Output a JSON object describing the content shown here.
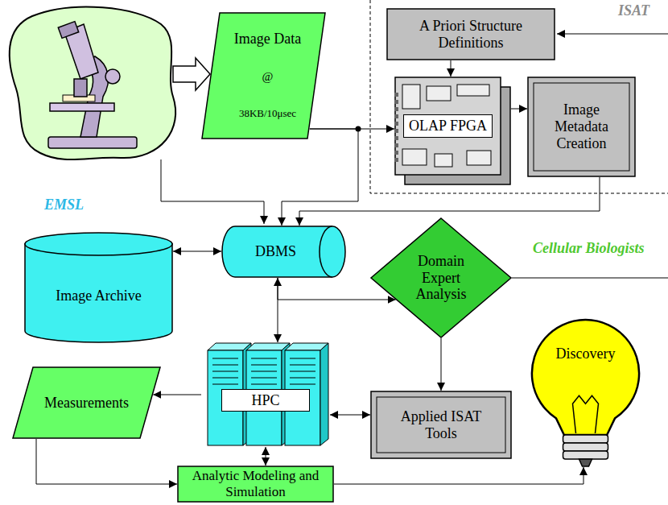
{
  "diagram": {
    "nodes": [
      {
        "text": [
          "Image Data",
          "@",
          "38KB/10μsec"
        ]
      },
      {
        "text": [
          "A Priori Structure Definitions"
        ]
      },
      {
        "text": [
          "OLAP FPGA"
        ]
      },
      {
        "text": [
          "Image Metadata Creation"
        ]
      },
      {
        "text": [
          "Image Archive"
        ]
      },
      {
        "text": [
          "DBMS"
        ]
      },
      {
        "text": [
          "Domain Expert Analysis"
        ]
      },
      {
        "text": [
          "Discovery"
        ]
      },
      {
        "text": [
          "HPC"
        ]
      },
      {
        "text": [
          "Applied ISAT Tools"
        ]
      },
      {
        "text": [
          "Measurements"
        ]
      },
      {
        "text": [
          "Analytic Modeling and Simulation"
        ]
      }
    ],
    "edges": [
      {
        "from": 0,
        "to": 2,
        "arrow": "to"
      },
      {
        "from": 0,
        "to": 5,
        "arrow": "to"
      },
      {
        "from": 1,
        "to": 2,
        "arrow": "to"
      },
      {
        "from": 2,
        "to": 3,
        "arrow": "to"
      },
      {
        "from": 3,
        "to": 5,
        "arrow": "to"
      },
      {
        "from": 4,
        "to": 5,
        "arrow": "both"
      },
      {
        "from": 5,
        "to": 6,
        "arrow": "to"
      },
      {
        "from": 5,
        "to": 8,
        "arrow": "both"
      },
      {
        "from": 6,
        "to": 9,
        "arrow": "to"
      },
      {
        "from": 8,
        "to": 9,
        "arrow": "both"
      },
      {
        "from": 8,
        "to": 10,
        "arrow": "to"
      },
      {
        "from": 8,
        "to": 11,
        "arrow": "both"
      },
      {
        "from": 10,
        "to": 11,
        "arrow": "to"
      },
      {
        "from": 11,
        "to": 7,
        "arrow": "to"
      }
    ],
    "labels": [
      "ISAT",
      "EMSL",
      "Cellular Biologists"
    ]
  }
}
